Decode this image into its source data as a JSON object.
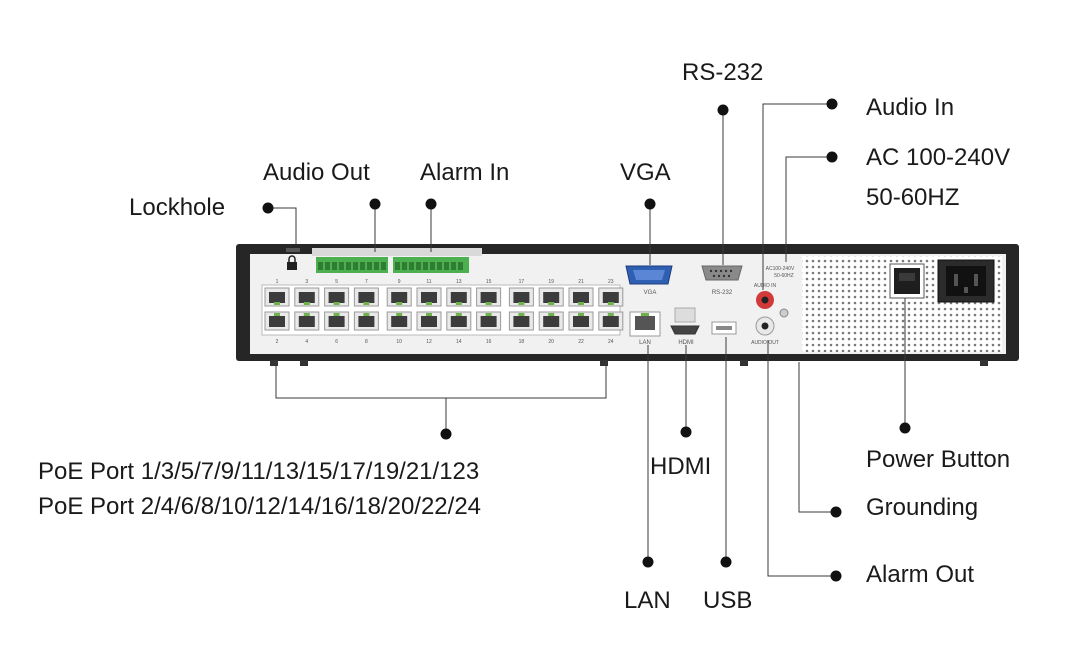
{
  "callouts": {
    "rs232": "RS-232",
    "audio_in": "Audio In",
    "ac_power_line1": "AC 100-240V",
    "ac_power_line2": "50-60HZ",
    "audio_out": "Audio Out",
    "alarm_in": "Alarm In",
    "vga": "VGA",
    "lockhole": "Lockhole",
    "poe_odd": "PoE Port 1/3/5/7/9/11/13/15/17/19/21/123",
    "poe_even": "PoE Port 2/4/6/8/10/12/14/16/18/20/22/24",
    "hdmi": "HDMI",
    "power_button": "Power Button",
    "grounding": "Grounding",
    "alarm_out": "Alarm Out",
    "lan": "LAN",
    "usb": "USB"
  },
  "panel_labels": {
    "port_numbers_top": [
      "1",
      "3",
      "5",
      "7",
      "9",
      "11",
      "13",
      "15",
      "17",
      "19",
      "21",
      "23"
    ],
    "port_numbers_bottom": [
      "2",
      "4",
      "6",
      "8",
      "10",
      "12",
      "14",
      "16",
      "18",
      "20",
      "22",
      "24"
    ],
    "vga": "VGA",
    "rs232": "RS-232",
    "lan": "LAN",
    "hdmi": "HDMI",
    "ac_rating_line1": "AC100-240V",
    "ac_rating_line2": "50-60HZ",
    "audio_in": "AUDIO IN",
    "audio_out": "AUDIO OUT"
  },
  "colors": {
    "chassis": "#262626",
    "panel": "#f1f1f1",
    "port_green": "#6fb24a",
    "terminal_green": "#4caf50",
    "audio_in_red": "#d23a3a",
    "leader": "#3a3a3a",
    "dot": "#111111"
  }
}
